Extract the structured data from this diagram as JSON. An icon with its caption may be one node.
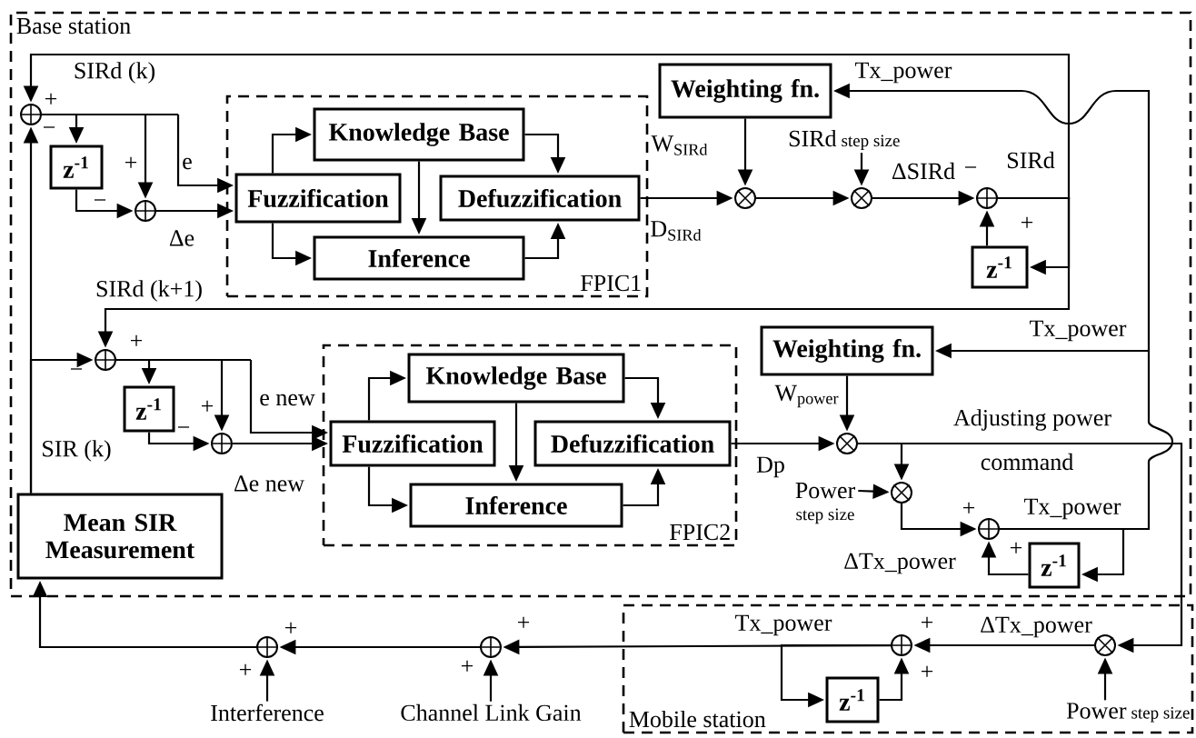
{
  "diagram": {
    "nodes": [
      {
        "text": [
          "Base station"
        ]
      },
      {
        "text": [
          "FPIC1"
        ],
        "in": 0
      },
      {
        "text": [
          "Knowledge Base"
        ],
        "in": 1
      },
      {
        "text": [
          "Fuzzification"
        ],
        "in": 1
      },
      {
        "text": [
          "Defuzzification"
        ],
        "in": 1
      },
      {
        "text": [
          "Inference"
        ],
        "in": 1
      },
      {
        "text": [
          "FPIC2"
        ],
        "in": 0
      },
      {
        "text": [
          "Knowledge Base"
        ],
        "in": 6
      },
      {
        "text": [
          "Fuzzification"
        ],
        "in": 6
      },
      {
        "text": [
          "Defuzzification"
        ],
        "in": 6
      },
      {
        "text": [
          "Inference"
        ],
        "in": 6
      },
      {
        "text": [
          "Weighting fn."
        ],
        "in": 0
      },
      {
        "text": [
          "Weighting fn."
        ],
        "in": 0
      },
      {
        "text": [
          "z$^{-1}$"
        ],
        "in": 0
      },
      {
        "text": [
          "z$^{-1}$"
        ],
        "in": 0
      },
      {
        "text": [
          "z$^{-1}$"
        ],
        "in": 0
      },
      {
        "text": [
          "z$^{-1}$"
        ],
        "in": 0
      },
      {
        "text": [
          "Mean SIR Measurement"
        ],
        "in": 0
      },
      {
        "text": [
          "SIRd",
          "step size"
        ],
        "in": 0
      },
      {
        "text": [
          "Power",
          "step size"
        ],
        "in": 0
      },
      {
        "text": [
          "Mobile station"
        ]
      },
      {
        "text": [
          "z$^{-1}$"
        ],
        "in": 20
      },
      {
        "text": [
          "Power",
          "step size"
        ],
        "in": 20
      },
      {
        "text": [
          "Interference"
        ]
      },
      {
        "text": [
          "Channel Link Gain"
        ]
      },
      {
        "text": [],
        "shape": "circle",
        "in": 0
      },
      {
        "text": [],
        "shape": "circle",
        "in": 0
      },
      {
        "text": [],
        "shape": "multiplier",
        "in": 0
      },
      {
        "text": [],
        "shape": "multiplier",
        "in": 0
      },
      {
        "text": [],
        "shape": "circle",
        "in": 0
      },
      {
        "text": [],
        "shape": "circle",
        "in": 0
      },
      {
        "text": [],
        "shape": "circle",
        "in": 0
      },
      {
        "text": [],
        "shape": "multiplier",
        "in": 0
      },
      {
        "text": [],
        "shape": "multiplier",
        "in": 0
      },
      {
        "text": [],
        "shape": "circle",
        "in": 0
      },
      {
        "text": [],
        "shape": "circle"
      },
      {
        "text": [],
        "shape": "circle"
      },
      {
        "text": [],
        "shape": "circle",
        "in": 20
      },
      {
        "text": [],
        "shape": "multiplier",
        "in": 20
      }
    ],
    "edges": [
      {
        "from": 29,
        "to": 25,
        "arrow": "to"
      },
      {
        "from": 29,
        "to": 30,
        "arrow": "to"
      },
      {
        "from": 29,
        "to": 14,
        "arrow": "to"
      },
      {
        "from": 14,
        "to": 29,
        "arrow": "to"
      },
      {
        "from": 17,
        "to": 25,
        "arrow": "to"
      },
      {
        "from": 17,
        "to": 30,
        "arrow": "to"
      },
      {
        "from": 25,
        "to": 13,
        "arrow": "to"
      },
      {
        "from": 25,
        "to": 26,
        "arrow": "to"
      },
      {
        "from": 25,
        "to": 3,
        "arrow": "to"
      },
      {
        "from": 13,
        "to": 26,
        "arrow": "to"
      },
      {
        "from": 26,
        "to": 3,
        "arrow": "to"
      },
      {
        "from": 3,
        "to": 2,
        "arrow": "to"
      },
      {
        "from": 3,
        "to": 5,
        "arrow": "to"
      },
      {
        "from": 2,
        "to": 5,
        "arrow": "to"
      },
      {
        "from": 2,
        "to": 4,
        "arrow": "to"
      },
      {
        "from": 5,
        "to": 4,
        "arrow": "to"
      },
      {
        "from": 4,
        "to": 27,
        "arrow": "to"
      },
      {
        "from": 11,
        "to": 27,
        "arrow": "to"
      },
      {
        "from": 27,
        "to": 28,
        "arrow": "to"
      },
      {
        "from": 18,
        "to": 28,
        "arrow": "to"
      },
      {
        "from": 28,
        "to": 29,
        "arrow": "to"
      },
      {
        "from": 34,
        "to": 11,
        "arrow": "to"
      },
      {
        "from": 34,
        "to": 12,
        "arrow": "to"
      },
      {
        "from": 34,
        "to": 16,
        "arrow": "to"
      },
      {
        "from": 16,
        "to": 34,
        "arrow": "to"
      },
      {
        "from": 30,
        "to": 15,
        "arrow": "to"
      },
      {
        "from": 30,
        "to": 31,
        "arrow": "to"
      },
      {
        "from": 30,
        "to": 8,
        "arrow": "to"
      },
      {
        "from": 15,
        "to": 31,
        "arrow": "to"
      },
      {
        "from": 31,
        "to": 8,
        "arrow": "to"
      },
      {
        "from": 8,
        "to": 7,
        "arrow": "to"
      },
      {
        "from": 8,
        "to": 10,
        "arrow": "to"
      },
      {
        "from": 7,
        "to": 10,
        "arrow": "to"
      },
      {
        "from": 7,
        "to": 9,
        "arrow": "to"
      },
      {
        "from": 10,
        "to": 9,
        "arrow": "to"
      },
      {
        "from": 9,
        "to": 32,
        "arrow": "to"
      },
      {
        "from": 12,
        "to": 32,
        "arrow": "to"
      },
      {
        "from": 32,
        "to": 33,
        "arrow": "to"
      },
      {
        "from": 32,
        "to": 38,
        "arrow": "to"
      },
      {
        "from": 19,
        "to": 33,
        "arrow": "to"
      },
      {
        "from": 33,
        "to": 34,
        "arrow": "to"
      },
      {
        "from": 38,
        "to": 37,
        "arrow": "to"
      },
      {
        "from": 22,
        "to": 38,
        "arrow": "to"
      },
      {
        "from": 37,
        "to": 36,
        "arrow": "to"
      },
      {
        "from": 37,
        "to": 21,
        "arrow": "to"
      },
      {
        "from": 21,
        "to": 37,
        "arrow": "to"
      },
      {
        "from": 36,
        "to": 35,
        "arrow": "to"
      },
      {
        "from": 24,
        "to": 36,
        "arrow": "to"
      },
      {
        "from": 23,
        "to": 35,
        "arrow": "to"
      },
      {
        "from": 35,
        "to": 17,
        "arrow": "to"
      }
    ],
    "labels": [
      "SIRd (k)",
      "+",
      "−",
      "+",
      "−",
      "e",
      "Δe",
      "W$_{SIRd}$",
      "D$_{SIRd}$",
      "Tx_power",
      "ΔSIRd",
      "−",
      "SIRd",
      "+",
      "SIRd (k+1)",
      "+",
      "−",
      "e new",
      "+",
      "−",
      "SIR (k)",
      "Δe new",
      "Tx_power",
      "W$_{power}$",
      "Adjusting power",
      "Dp",
      "command",
      "+",
      "Tx_power",
      "+",
      "ΔTx_power",
      "+",
      "+",
      "+",
      "+",
      "Tx_power",
      "+",
      "ΔTx_power",
      "+"
    ]
  }
}
